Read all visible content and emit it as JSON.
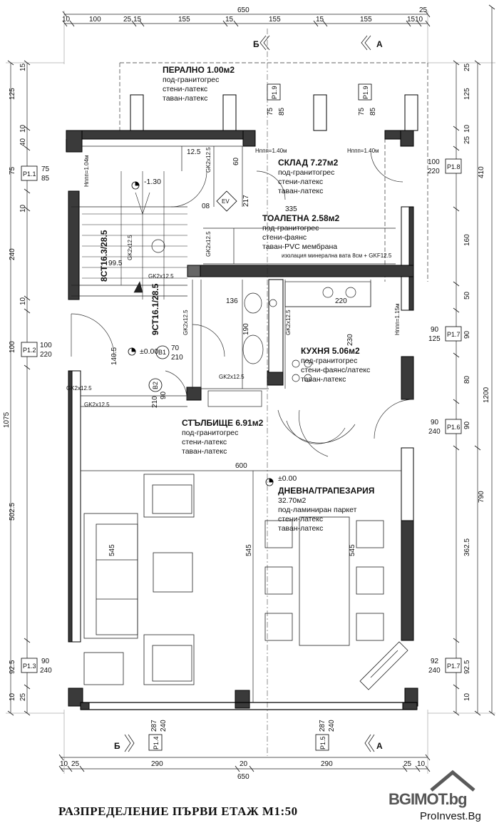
{
  "title": "РАЗПРЕДЕЛЕНИЕ ПЪРВИ ЕТАЖ М1:50",
  "watermark": {
    "brand": "BGIMOT.bg",
    "sub": "ProInvest.Bg",
    "colors": {
      "brand": "#5a5a5a",
      "accent": "#c0392b"
    }
  },
  "rooms": [
    {
      "name": "ПЕРАЛНО 1.00м2",
      "lines": [
        "под-гранитогрес",
        "стени-латекс",
        "таван-латекс"
      ]
    },
    {
      "name": "СКЛАД 7.27м2",
      "lines": [
        "под-гранитогрес",
        "стени-латекс",
        "таван-латекс"
      ]
    },
    {
      "name": "ТОАЛЕТНА 2.58м2",
      "lines": [
        "под-гранитогрес",
        "стени-фаянс",
        "таван-PVC мембрана"
      ]
    },
    {
      "name": "КУХНЯ 5.06м2",
      "lines": [
        "под-гранитогрес",
        "стени-фаянс/латекс",
        "таван-латекс"
      ]
    },
    {
      "name": "СТЪЛБИЩЕ 6.91м2",
      "lines": [
        "под-гранитогрес",
        "стени-латекс",
        "таван-латекс"
      ]
    },
    {
      "name": "ДНЕВНА/ТРАПЕЗАРИЯ",
      "area": "32.70м2",
      "lines": [
        "под-ламиниран паркет",
        "стени-латекс",
        "таван-латекс"
      ]
    }
  ],
  "section_marks": {
    "b": "Б",
    "a": "А"
  },
  "levels": {
    "zero": "±0.00",
    "minus": "-1.30"
  },
  "windows": [
    {
      "tag": "P1.1",
      "w": "75",
      "h": "85"
    },
    {
      "tag": "P1.2",
      "w": "100",
      "h": "220"
    },
    {
      "tag": "P1.3",
      "w": "90",
      "h": "240"
    },
    {
      "tag": "P1.4",
      "w": "287",
      "h": "240"
    },
    {
      "tag": "P1.5",
      "w": "287",
      "h": "240"
    },
    {
      "tag": "P1.6",
      "w": "90",
      "h": "240"
    },
    {
      "tag": "P1.7",
      "w": "90",
      "h": "125"
    },
    {
      "tag": "P1.7",
      "w": "92",
      "h": "240"
    },
    {
      "tag": "P1.8",
      "w": "100",
      "h": "220"
    },
    {
      "tag": "P1.9",
      "w": "75",
      "h": "85"
    },
    {
      "tag": "P1.9",
      "w": "75",
      "h": "85"
    }
  ],
  "doors": [
    {
      "tag": "В1",
      "w": "70",
      "h": "210"
    },
    {
      "tag": "В2",
      "w": "90",
      "h": "210"
    }
  ],
  "stairs": {
    "top": "8СТ16.3/28.5",
    "bottom": "9СТ16.1/28.5"
  },
  "heights": {
    "h140": "Нппп=1.40м",
    "h115": "Нппп=1.15м",
    "h104": "Нппп=1.04м"
  },
  "dimensions": {
    "top_total": "650",
    "top_parts": [
      "10",
      "100",
      "25",
      "15",
      "155",
      "15",
      "155",
      "15",
      "155",
      "15",
      "10"
    ],
    "top_right": "25",
    "bottom_total": "650",
    "bottom_parts": [
      "10",
      "25",
      "290",
      "20",
      "290",
      "25",
      "10"
    ],
    "left_total": "1075",
    "left_parts": [
      "15",
      "125",
      "10",
      "40",
      "75",
      "10",
      "240",
      "10",
      "100",
      "502.5",
      "92.5",
      "10",
      "25"
    ],
    "right_total": "1200",
    "right_parts": [
      "25",
      "125",
      "10",
      "25",
      "410",
      "160",
      "50",
      "90",
      "80",
      "90",
      "790",
      "362.5",
      "92.5",
      "10"
    ],
    "inner": [
      "335",
      "600",
      "545",
      "545",
      "545",
      "136",
      "190",
      "230",
      "217",
      "99.5",
      "140.5",
      "12.5",
      "08",
      "60",
      "220"
    ]
  },
  "labels": {
    "gk": "GK2x12.5",
    "ev": "EV",
    "wall_note": "изолация минерална вата 8см + GKF12.5"
  }
}
